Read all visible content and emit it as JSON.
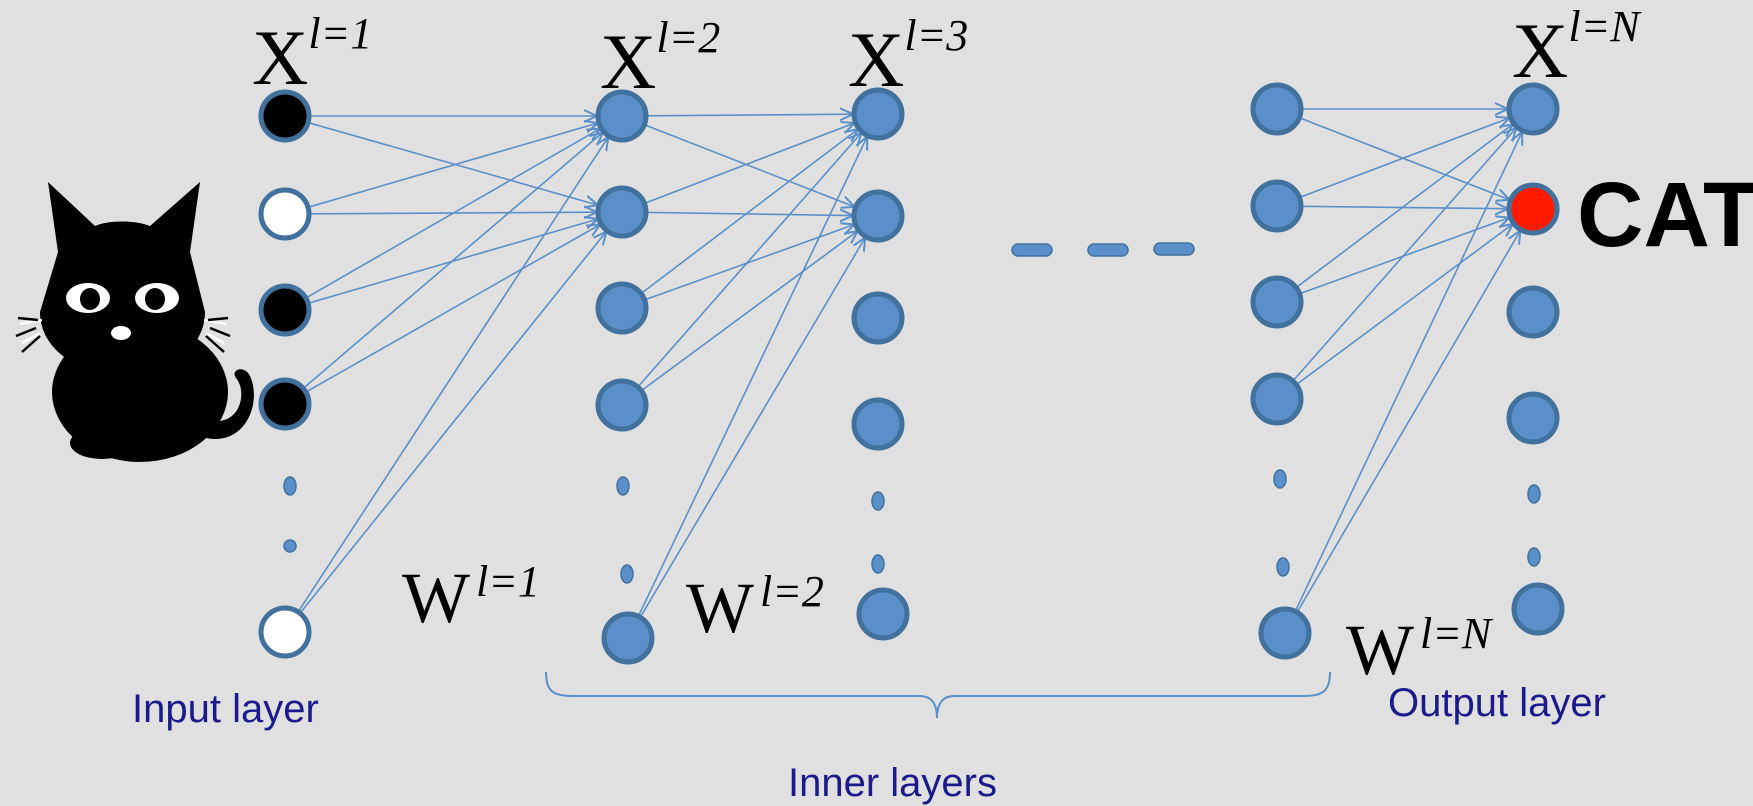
{
  "labels": {
    "x1_base": "X",
    "x1_sup": "l=1",
    "x2_base": "X",
    "x2_sup": "l=2",
    "x3_base": "X",
    "x3_sup": "l=3",
    "xn_base": "X",
    "xn_sup": "l=N",
    "w1_base": "W",
    "w1_sup": "l=1",
    "w2_base": "W",
    "w2_sup": "l=2",
    "wn_base": "W",
    "wn_sup": "l=N",
    "input_layer": "Input layer",
    "inner_layers": "Inner layers",
    "output_layer": "Output layer",
    "output_class": "CAT"
  },
  "colors": {
    "background": "#e0e0e0",
    "node_fill": "#5b8fc9",
    "node_stroke": "#41719c",
    "edge": "#5b8fc9",
    "input_active": "#000000",
    "input_inactive": "#ffffff",
    "output_active": "#ff1a00",
    "layer_label": "#1a1a8c",
    "cat_silhouette": "#000000"
  },
  "input_layer_states": [
    "active",
    "inactive",
    "active",
    "active",
    "inactive"
  ],
  "output_active_index": 1
}
